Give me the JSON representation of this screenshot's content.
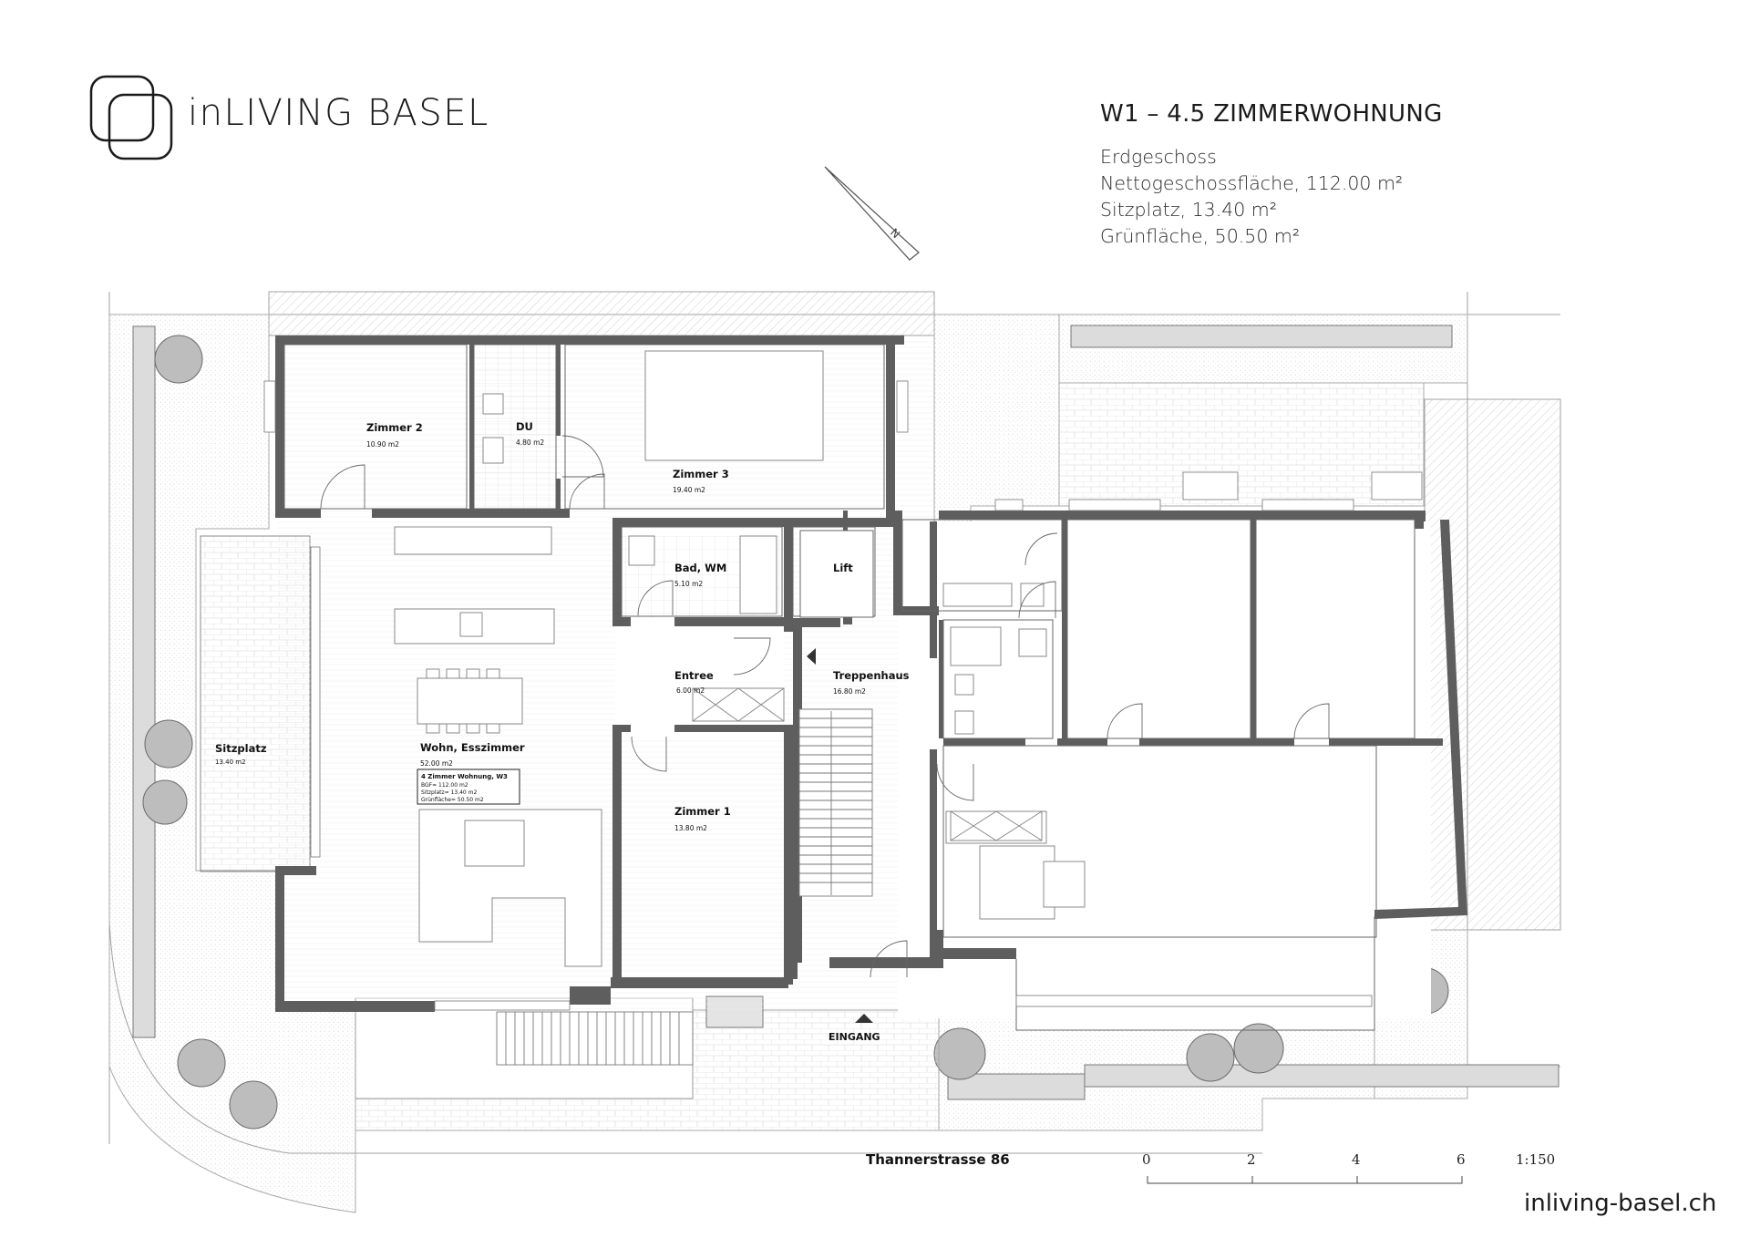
{
  "brand": {
    "name": "inLIVING BASEL"
  },
  "header": {
    "title": "W1 – 4.5 ZIMMERWOHNUNG",
    "lines": [
      "Erdgeschoss",
      "Nettogeschossfläche, 112.00 m²",
      "Sitzplatz, 13.40 m²",
      "Grünfläche, 50.50 m²"
    ]
  },
  "rooms": {
    "zimmer2": {
      "name": "Zimmer 2",
      "area": "10.90 m2"
    },
    "du": {
      "name": "DU",
      "area": "4.80 m2"
    },
    "zimmer3": {
      "name": "Zimmer 3",
      "area": "19.40 m2"
    },
    "bad": {
      "name": "Bad, WM",
      "area": "5.10 m2"
    },
    "lift": {
      "name": "Lift"
    },
    "entree": {
      "name": "Entree",
      "area": "6.00 m2"
    },
    "treppenhaus": {
      "name": "Treppenhaus",
      "area": "16.80 m2"
    },
    "sitzplatz": {
      "name": "Sitzplatz",
      "area": "13.40 m2"
    },
    "wohn": {
      "name": "Wohn, Esszimmer",
      "area": "52.00 m2"
    },
    "zimmer1": {
      "name": "Zimmer 1",
      "area": "13.80 m2"
    }
  },
  "info_box": {
    "line1": "4 Zimmer Wohnung, W3",
    "line2": "BGF= 112.00 m2",
    "line3": "Sitzplatz= 13.40 m2",
    "line4": "Grünfläche= 50.50 m2"
  },
  "entrance": {
    "label": "EINGANG"
  },
  "street": {
    "name": "Thannerstrasse 86"
  },
  "scale": {
    "ticks": [
      "0",
      "2",
      "4",
      "6"
    ],
    "ratio": "1:150"
  },
  "north_label": "N",
  "footer": {
    "url": "inliving-basel.ch"
  }
}
